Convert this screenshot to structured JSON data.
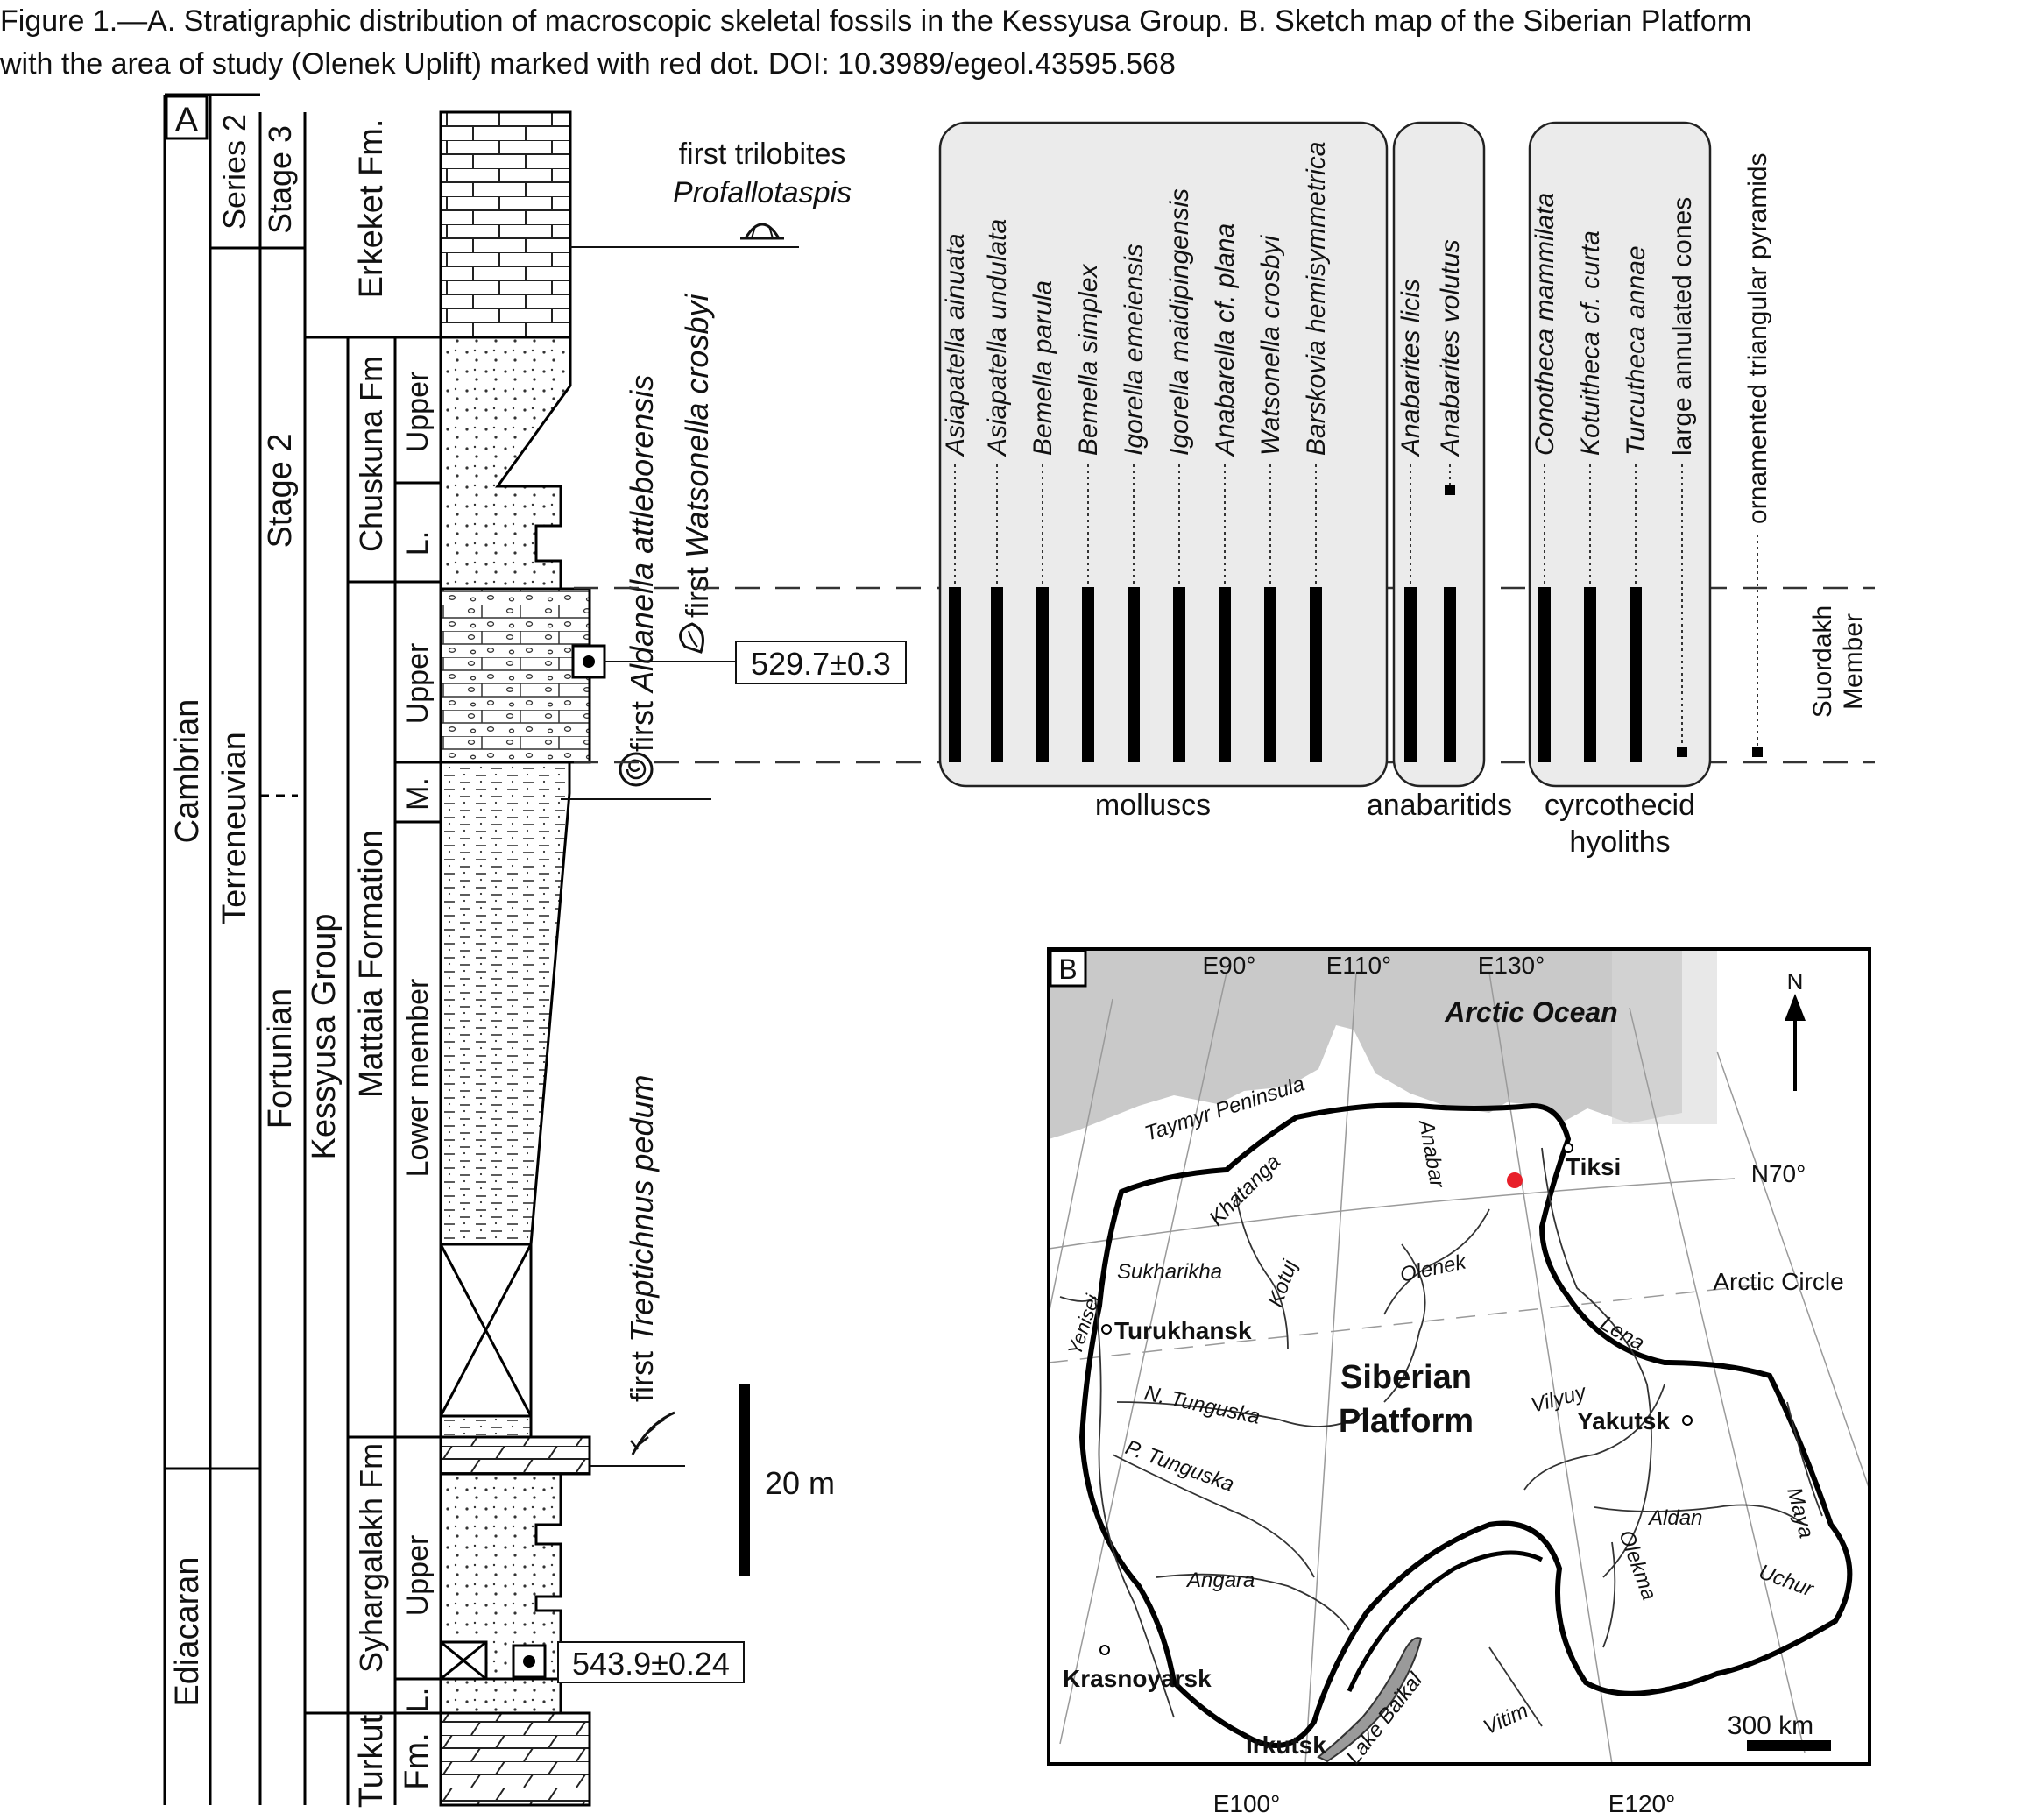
{
  "caption": {
    "line1": "Figure 1.—A. Stratigraphic distribution of macroscopic skeletal fossils in the Kessyusa Group. B. Sketch map of the Siberian Platform",
    "line2": "with the area of study (Olenek Uplift) marked with red dot. DOI: 10.3989/egeol.43595.568"
  },
  "panelA": {
    "label": "A",
    "systems": [
      "Cambrian",
      "Ediacaran"
    ],
    "series": [
      "Series 2",
      "Terreneuvian"
    ],
    "stages": [
      "Stage 3",
      "Stage 2",
      "Fortunian"
    ],
    "group": "Kessyusa Group",
    "formations": [
      "Erkeket Fm.",
      "Chuskuna Fm",
      "Mattaia Formation",
      "Syhargalakh Fm",
      "Turkut Fm."
    ],
    "members": [
      "Upper",
      "L.",
      "Upper",
      "M.",
      "Lower member",
      "Upper",
      "L."
    ],
    "events": {
      "trilobites_1": "first trilobites",
      "trilobites_2": "Profallotaspis",
      "aldanella_1": "first ",
      "aldanella_2": "Aldanella attleborensis",
      "watsonella_1": "first ",
      "watsonella_2": "Watsonella crosbyi",
      "treptichnus_1": "first ",
      "treptichnus_2": "Treptichnus pedum"
    },
    "ages": [
      "529.7±0.3",
      "543.9±0.24"
    ],
    "scale_bar": "20 m",
    "taxa": [
      "Asiapatella ainuata",
      "Asiapatella undulata",
      "Bemella parula",
      "Bemella simplex",
      "Igorella emeiensis",
      "Igorella maidipingensis",
      "Anabarella cf. plana",
      "Watsonella crosbyi",
      "Barskovia hemisymmetrica",
      "Anabarites licis",
      "Anabarites volutus",
      "Conotheca mammilata",
      "Kotuitheca cf. curta",
      "Turcutheca annae",
      "large annulated cones",
      "ornamented triangular pyramids"
    ],
    "groups": [
      "molluscs",
      "anabaritids",
      "cyrcothecid",
      "hyoliths"
    ],
    "suordakh": [
      "Suordakh",
      "Member"
    ]
  },
  "panelB": {
    "label": "B",
    "ocean": "Arctic Ocean",
    "platform": [
      "Siberian",
      "Platform"
    ],
    "cities": [
      "Tiksi",
      "Turukhansk",
      "Yakutsk",
      "Krasnoyarsk",
      "Irkutsk"
    ],
    "rivers": [
      "Anabar",
      "Khatanga",
      "Sukharikha",
      "Kotuj",
      "Olenek",
      "Yenisei",
      "N. Tunguska",
      "P. Tunguska",
      "Vilyuy",
      "Lena",
      "Aldan",
      "Olekma",
      "Maya",
      "Uchur",
      "Angara",
      "Vitim"
    ],
    "lake": "Lake Baikal",
    "peninsula": "Taymyr Peninsula",
    "graticule": [
      "E90°",
      "E110°",
      "E130°",
      "E100°",
      "E120°",
      "N70°"
    ],
    "arctic_circle": "Arctic Circle",
    "north": "N",
    "scale": "300 km",
    "colors": {
      "study_area": "#e8202a",
      "ocean": "#c9c9c9",
      "panel_bg": "#eaeaea",
      "lake": "#9a9a9a"
    }
  }
}
